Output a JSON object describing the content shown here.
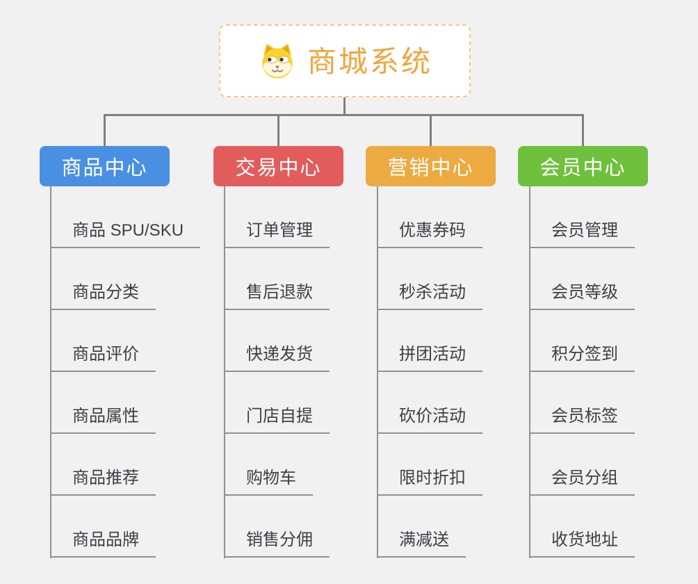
{
  "page": {
    "background_color": "#f1f1f1",
    "connector_color": "#7f7f7f",
    "leaf_line_color": "#919191"
  },
  "root": {
    "title": "商城系统",
    "icon": "dog-face-icon",
    "title_color": "#f0a63f",
    "border_color": "#f8c979"
  },
  "tree": {
    "branches": [
      {
        "label": "商品中心",
        "color": "#4a90e2",
        "items": [
          "商品 SPU/SKU",
          "商品分类",
          "商品评价",
          "商品属性",
          "商品推荐",
          "商品品牌"
        ]
      },
      {
        "label": "交易中心",
        "color": "#e25c5c",
        "items": [
          "订单管理",
          "售后退款",
          "快递发货",
          "门店自提",
          "购物车",
          "销售分佣"
        ]
      },
      {
        "label": "营销中心",
        "color": "#ecaa41",
        "items": [
          "优惠券码",
          "秒杀活动",
          "拼团活动",
          "砍价活动",
          "限时折扣",
          "满减送"
        ]
      },
      {
        "label": "会员中心",
        "color": "#6fc03c",
        "items": [
          "会员管理",
          "会员等级",
          "积分签到",
          "会员标签",
          "会员分组",
          "收货地址"
        ]
      }
    ]
  }
}
